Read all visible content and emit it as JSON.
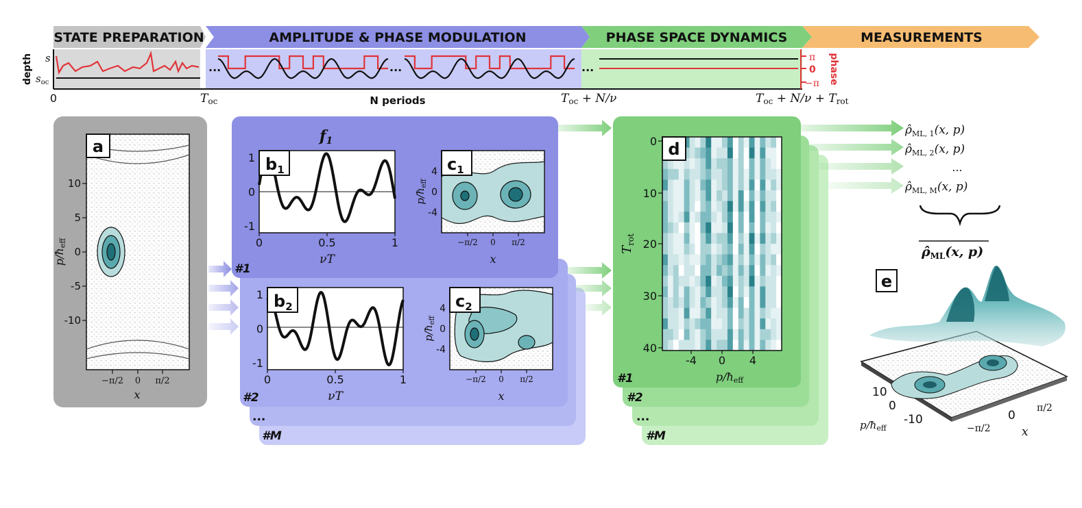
{
  "colors": {
    "prep": "#c4c4c4",
    "prep_panel": "#a9a9a9",
    "modulation": "#8c8fe3",
    "modulation_light": "#c8cbf7",
    "dynamics": "#7fcf7d",
    "dynamics_light": "#c8efc4",
    "measurement": "#f6bd72",
    "teal": "#2a8a94",
    "red": "#e0343a"
  },
  "stages": [
    {
      "label": "STATE PREPARATION"
    },
    {
      "label": "AMPLITUDE & PHASE MODULATION"
    },
    {
      "label": "PHASE SPACE DYNAMICS"
    },
    {
      "label": "MEASUREMENTS"
    }
  ],
  "timeline": {
    "depth_label": "depth",
    "s_label": "s",
    "soc_label": "s",
    "soc_sub": "oc",
    "phase_label": "phase",
    "phase_ticks": [
      "π",
      "0",
      "−π"
    ],
    "dots": "···",
    "time_labels": [
      {
        "main": "0",
        "sub": "",
        "tail": ""
      },
      {
        "main": "T",
        "sub": "oc",
        "tail": ""
      },
      {
        "main": "N periods",
        "sub": "",
        "tail": ""
      },
      {
        "main": "T",
        "sub": "oc",
        "tail": " + N/ν"
      },
      {
        "main": "T",
        "sub": "oc",
        "tail": " + N/ν + T"
      },
      {
        "main": "",
        "sub": "rot",
        "tail": ""
      }
    ]
  },
  "panel_a": {
    "letter": "a",
    "y_ticks": [
      "10",
      "5",
      "0",
      "-5",
      "-10"
    ],
    "x_ticks": [
      "−π/2",
      "0",
      "π/2"
    ],
    "x_label": "x",
    "y_label": "p/ħ",
    "y_label_sub": "eff"
  },
  "panel_b": {
    "function_label": "f",
    "function_sub": "1",
    "letters": [
      "b",
      "b"
    ],
    "letter_subs": [
      "1",
      "2"
    ],
    "y_ticks": [
      "1",
      "0",
      "-1"
    ],
    "x_ticks": [
      "0",
      "0.5",
      "1"
    ],
    "x_label": "νT",
    "run_labels": [
      "#1",
      "#2",
      "...",
      "#M"
    ]
  },
  "panel_c": {
    "letters": [
      "c",
      "c"
    ],
    "letter_subs": [
      "1",
      "2"
    ],
    "y_ticks": [
      "4",
      "0",
      "-4"
    ],
    "x_ticks": [
      "−π/2",
      "0",
      "π/2"
    ],
    "x_label": "x",
    "y_label": "p/ħ",
    "y_label_sub": "eff"
  },
  "panel_d": {
    "letter": "d",
    "y_ticks": [
      "0",
      "10",
      "20",
      "30",
      "40"
    ],
    "x_ticks": [
      "-4",
      "0",
      "4"
    ],
    "y_label": "T",
    "y_label_sub": "rot",
    "x_label": "p/ħ",
    "x_label_sub": "eff",
    "run_labels": [
      "#1",
      "#2",
      "...",
      "#M"
    ]
  },
  "measurements": {
    "rho_items": [
      {
        "sub": "ML, 1"
      },
      {
        "sub": "ML, 2"
      },
      {
        "sub": "..."
      },
      {
        "sub": "ML, M"
      }
    ],
    "rho_arg": "(x, p)",
    "rho_symbol": "ρ̂",
    "avg_sub": "ML",
    "avg_arg": "(x, p)"
  },
  "panel_e": {
    "letter": "e",
    "p_ticks": [
      "10",
      "0",
      "-10"
    ],
    "x_ticks": [
      "−π/2",
      "0",
      "π/2"
    ],
    "p_label": "p/ħ",
    "p_label_sub": "eff",
    "x_label": "x"
  }
}
